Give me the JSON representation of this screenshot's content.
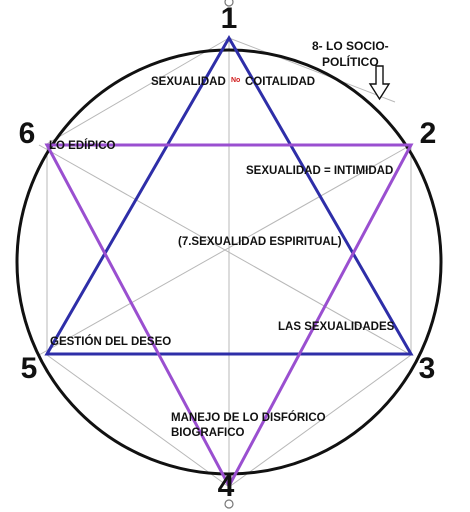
{
  "vertices": {
    "v1": "1",
    "v2": "2",
    "v3": "3",
    "v4": "4",
    "v5": "5",
    "v6": "6"
  },
  "labels": {
    "sexualidad": "SEXUALIDAD",
    "no": "No",
    "coitalidad": "COITALIDAD",
    "sociopolitico_line1": "8- LO SOCIO-",
    "sociopolitico_line2": "POLÍTICO",
    "edipico": "LO EDÍPICO",
    "intimidad": "SEXUALIDAD =  INTIMIDAD",
    "espiritual": "(7.SEXUALIDAD ESPIRITUAL)",
    "sexualidades": "LAS SEXUALIDADES",
    "deseo": "GESTIÓN DEL DESEO",
    "disforico_line1": "MANEJO DE LO DISFÓRICO",
    "disforico_line2": "BIOGRAFICO"
  },
  "colors": {
    "triangle_up": "#2e2ea8",
    "triangle_down": "#9a4fd0",
    "circle": "#111111",
    "guide": "#b8b8b8",
    "note_red": "#d01818"
  }
}
